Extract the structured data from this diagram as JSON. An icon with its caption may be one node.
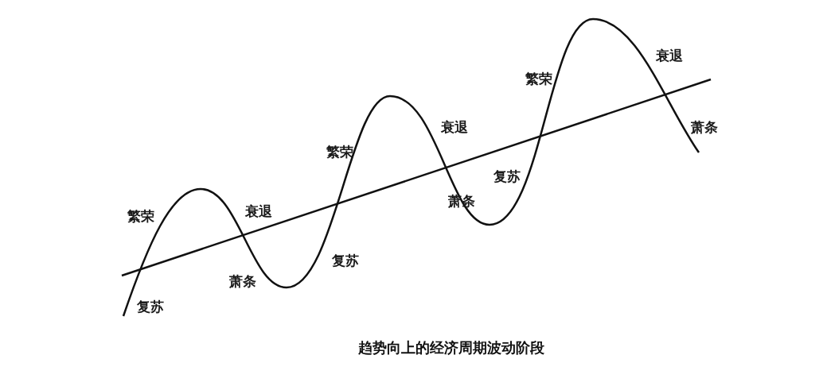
{
  "diagram": {
    "caption": "趋势向上的经济周期波动阶段",
    "labels": [
      "复苏",
      "繁荣",
      "衰退",
      "萧条",
      "复苏",
      "繁荣",
      "衰退",
      "萧条",
      "复苏",
      "繁荣",
      "衰退",
      "萧条"
    ]
  }
}
